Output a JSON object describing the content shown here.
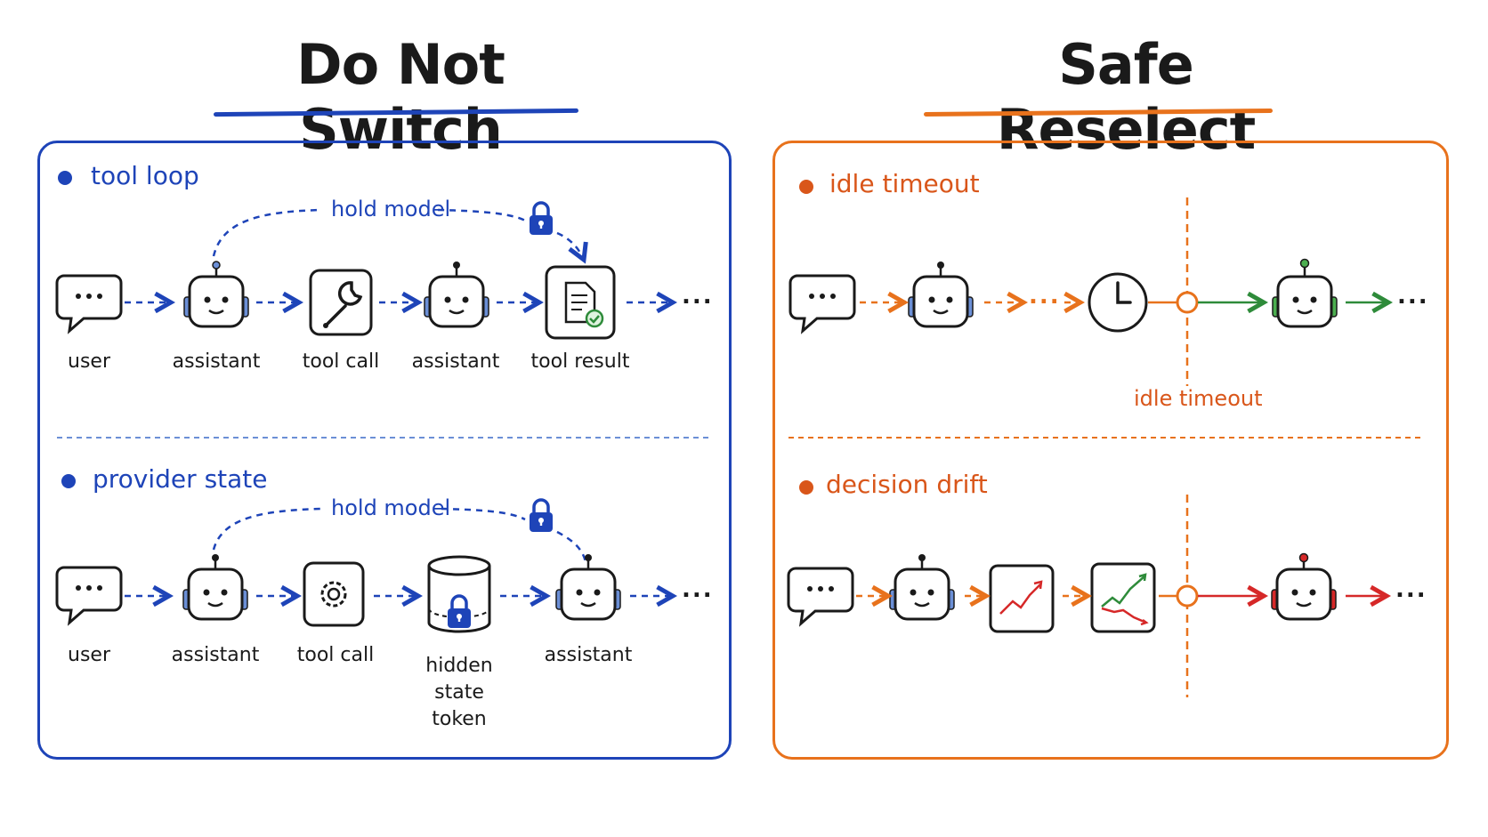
{
  "titles": {
    "left": "Do Not Switch",
    "right": "Safe Reselect"
  },
  "left_panel": {
    "tool_loop": {
      "heading": "tool loop",
      "hold_label": "hold model",
      "nodes": [
        "user",
        "assistant",
        "tool call",
        "assistant",
        "tool result"
      ],
      "trail": "..."
    },
    "provider_state": {
      "heading": "provider state",
      "hold_label": "hold model",
      "nodes": [
        "user",
        "assistant",
        "tool call",
        "hidden state token",
        "assistant"
      ],
      "trail": "..."
    }
  },
  "right_panel": {
    "idle_timeout": {
      "heading": "idle timeout",
      "mid_dots": "...",
      "cut_label": "idle timeout",
      "trail": "..."
    },
    "decision_drift": {
      "heading": "decision drift",
      "trail": "..."
    }
  },
  "colors": {
    "blue": "#1e44b8",
    "orange": "#e8721c",
    "green": "#2e8b3a",
    "red": "#d62828"
  }
}
